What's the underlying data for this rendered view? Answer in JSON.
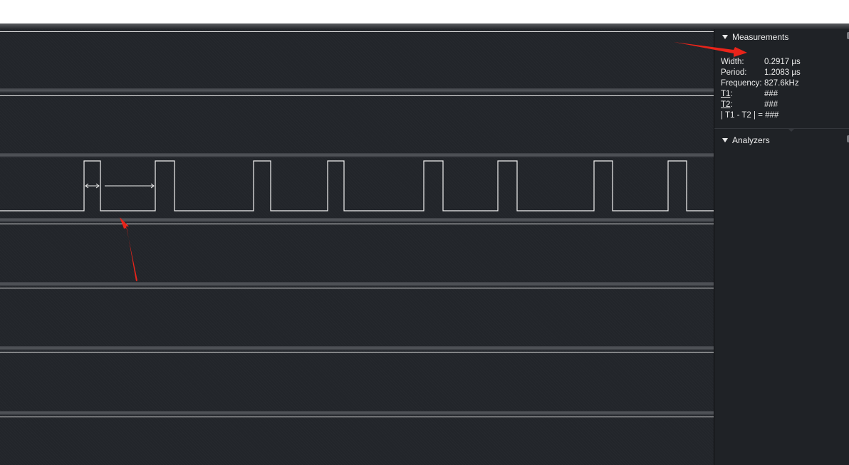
{
  "measurements": {
    "title": "Measurements",
    "rows": [
      {
        "label": "Width:",
        "value": "0.2917 µs",
        "underline": false
      },
      {
        "label": "Period:",
        "value": "1.2083 µs",
        "underline": false
      },
      {
        "label": "Frequency:",
        "value": "827.6kHz",
        "underline": false
      },
      {
        "label": "T1",
        "suffix": ":",
        "value": "###",
        "underline": true
      },
      {
        "label": "T2",
        "suffix": ":",
        "value": "###",
        "underline": true
      },
      {
        "label": "| T1 - T2 | =",
        "value": "###",
        "underline": false
      }
    ]
  },
  "analyzers": {
    "title": "Analyzers"
  },
  "colors": {
    "background": "#22252a",
    "signal": "#f2f2f2",
    "annotation_arrow": "#e8241a"
  },
  "icons": {
    "collapse": "triangle-down-icon",
    "measurement_marker": "double-arrow-icon"
  }
}
